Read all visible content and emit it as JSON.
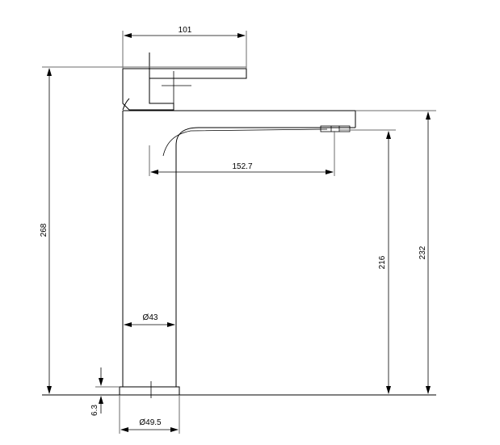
{
  "drawing": {
    "dimensions": {
      "handle_width": "101",
      "spout_reach": "152.7",
      "overall_height": "268",
      "spout_clearance": "216",
      "body_height": "232",
      "body_diameter": "Ø43",
      "base_diameter": "Ø49.5",
      "base_height": "6.3"
    }
  }
}
